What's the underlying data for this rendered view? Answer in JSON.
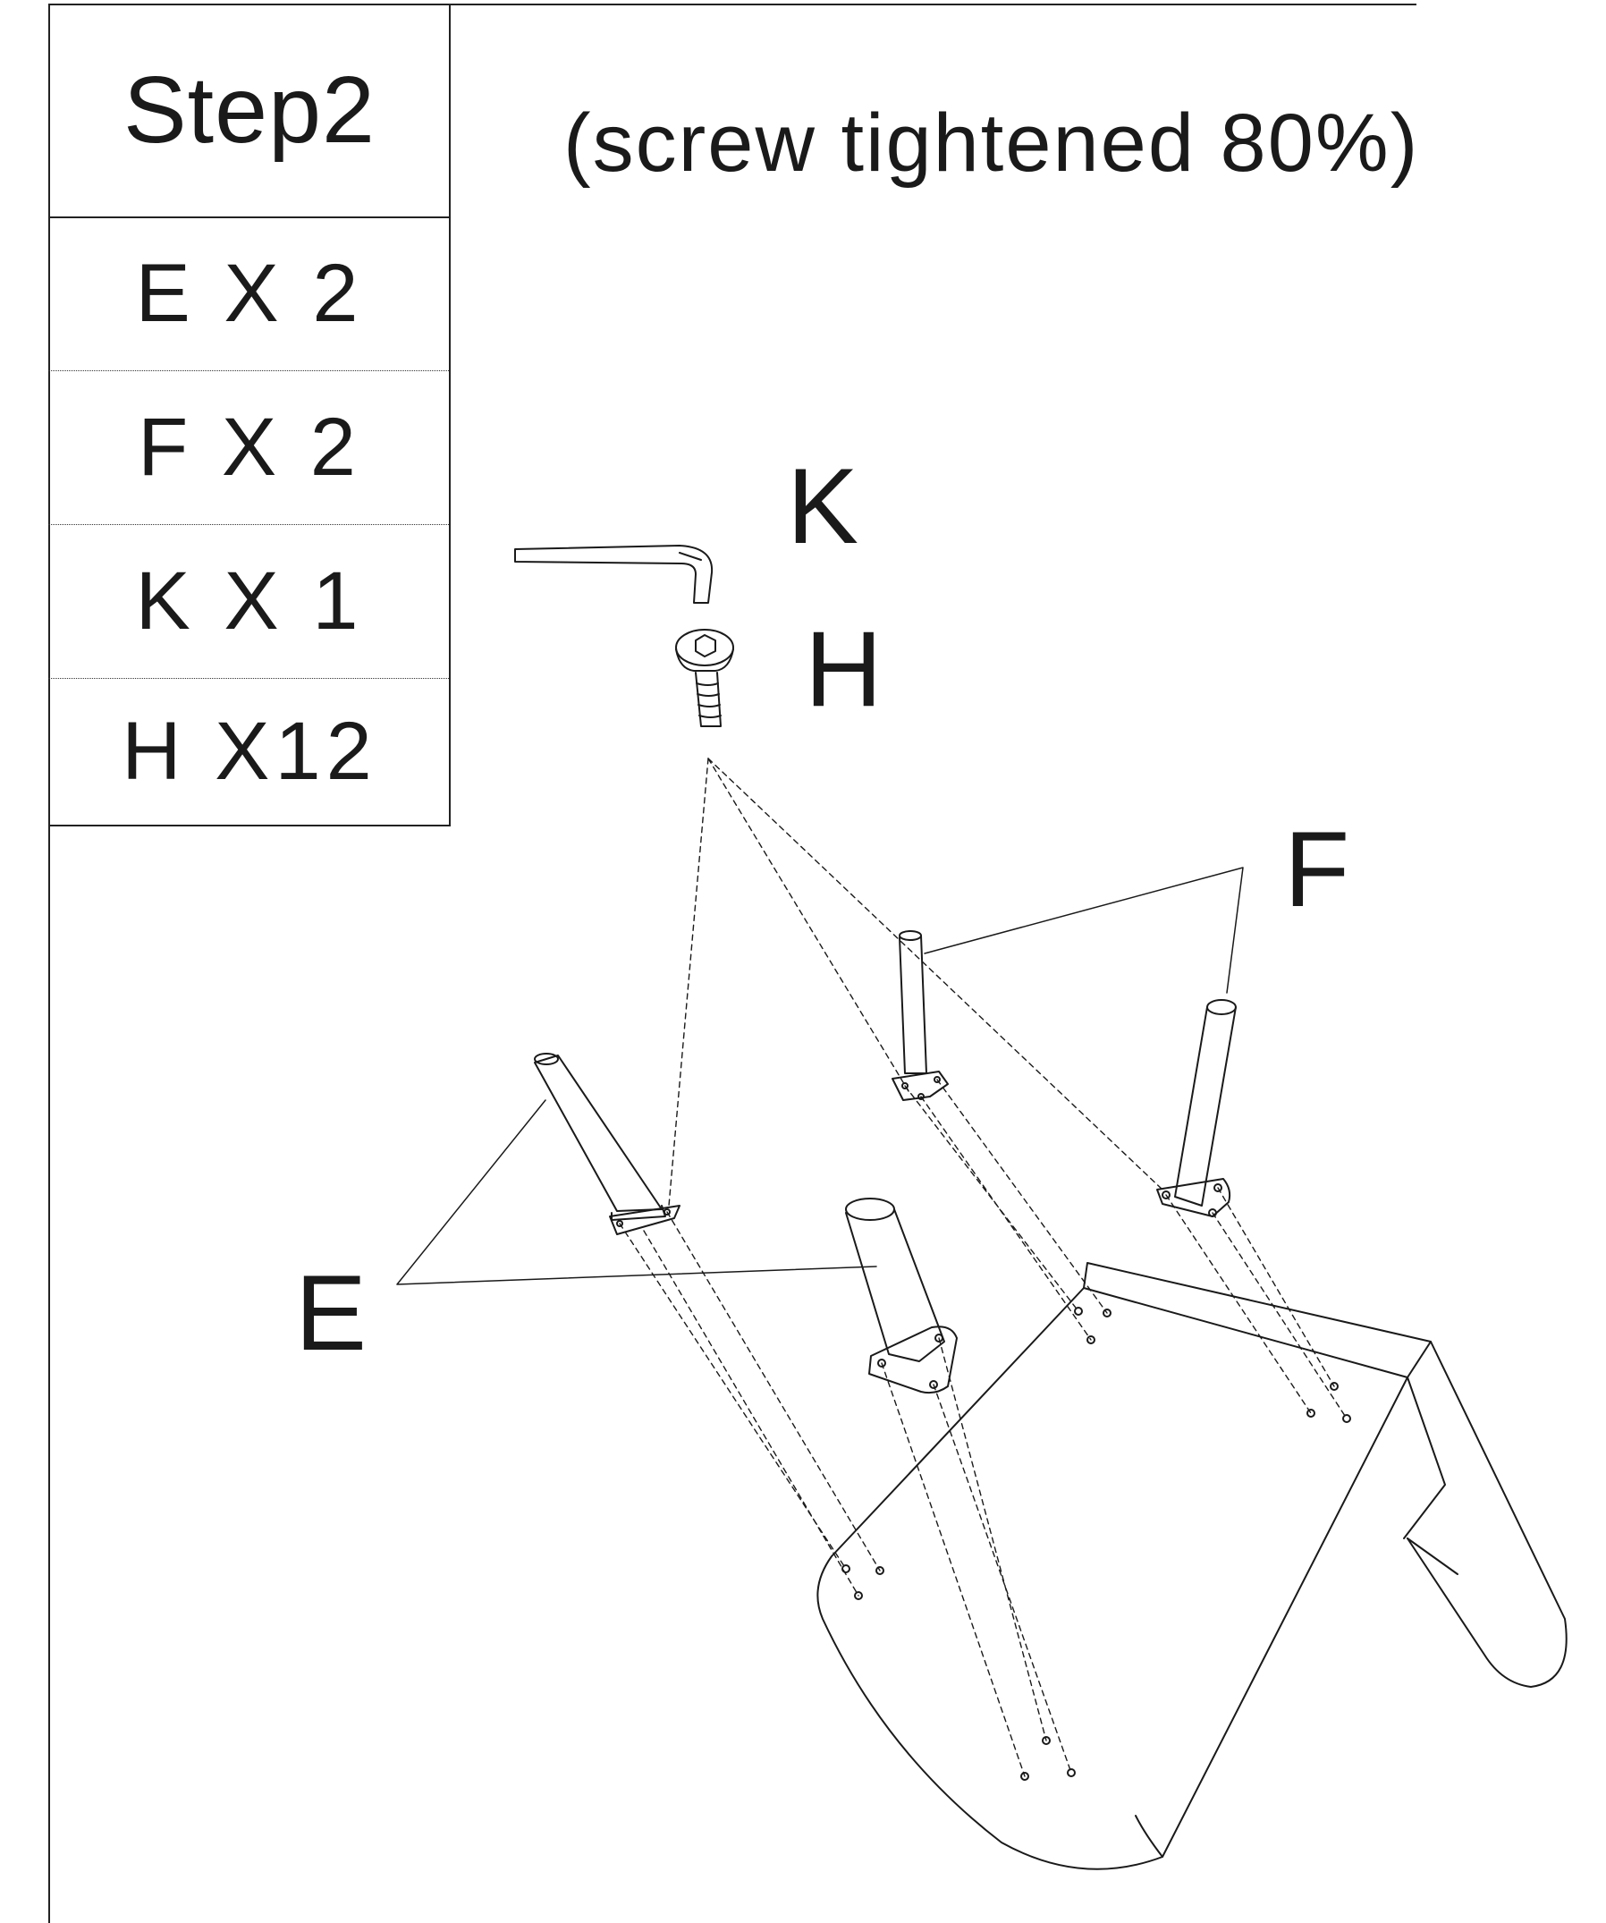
{
  "step": {
    "title": "Step2"
  },
  "note": "(screw tightened  80%)",
  "parts": [
    {
      "letter": "E",
      "qty": "X 2"
    },
    {
      "letter": "F",
      "qty": "X 2"
    },
    {
      "letter": "K",
      "qty": "X 1"
    },
    {
      "letter": "H",
      "qty": "X12"
    }
  ],
  "callouts": {
    "K": "K",
    "H": "H",
    "F": "F",
    "E": "E"
  }
}
